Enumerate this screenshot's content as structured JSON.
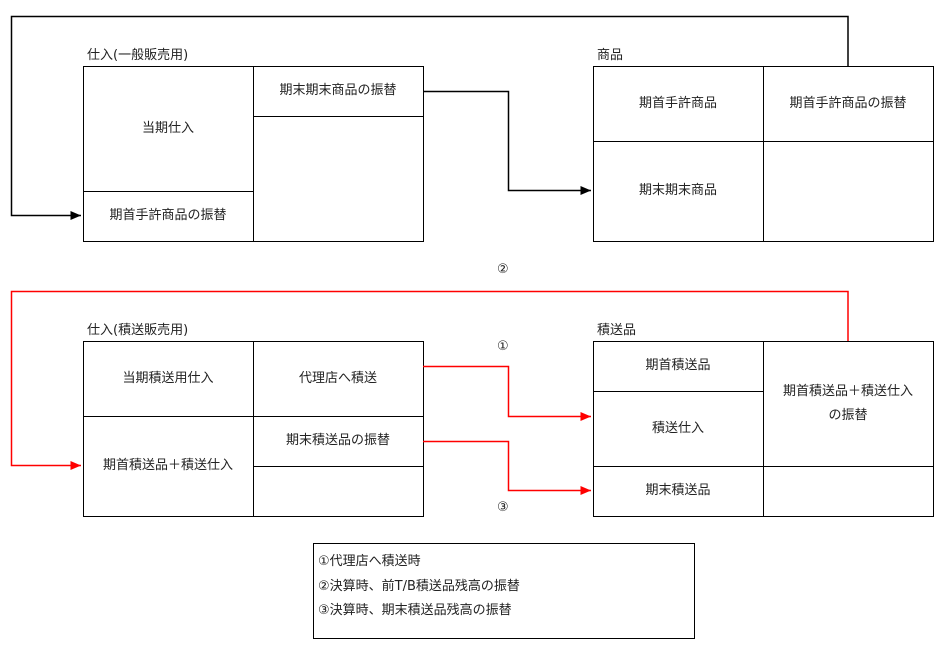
{
  "accounts": {
    "general": {
      "title": "仕入(一般販売用)",
      "debit": [
        "当期仕入",
        "期首手許商品の振替"
      ],
      "credit": [
        "期末期末商品の振替"
      ]
    },
    "goods": {
      "title": "商品",
      "debit": [
        "期首手許商品",
        "期末期末商品"
      ],
      "credit": [
        "期首手許商品の振替"
      ]
    },
    "consign_purchase": {
      "title": "仕入(積送販売用)",
      "debit": [
        "当期積送用仕入",
        "期首積送品＋積送仕入"
      ],
      "credit": [
        "代理店へ積送",
        "期末積送品の振替"
      ]
    },
    "consigned": {
      "title": "積送品",
      "debit": [
        "期首積送品",
        "積送仕入",
        "期末積送品"
      ],
      "credit": [
        "期首積送品＋積送仕入\nの振替"
      ]
    }
  },
  "markers": [
    "①",
    "②",
    "③"
  ],
  "legend": [
    "①代理店へ積送時",
    "②決算時、前T/B積送品残高の振替",
    "③決算時、期末積送品残高の振替"
  ],
  "colors": {
    "black": "#000000",
    "red": "#ff0000"
  }
}
